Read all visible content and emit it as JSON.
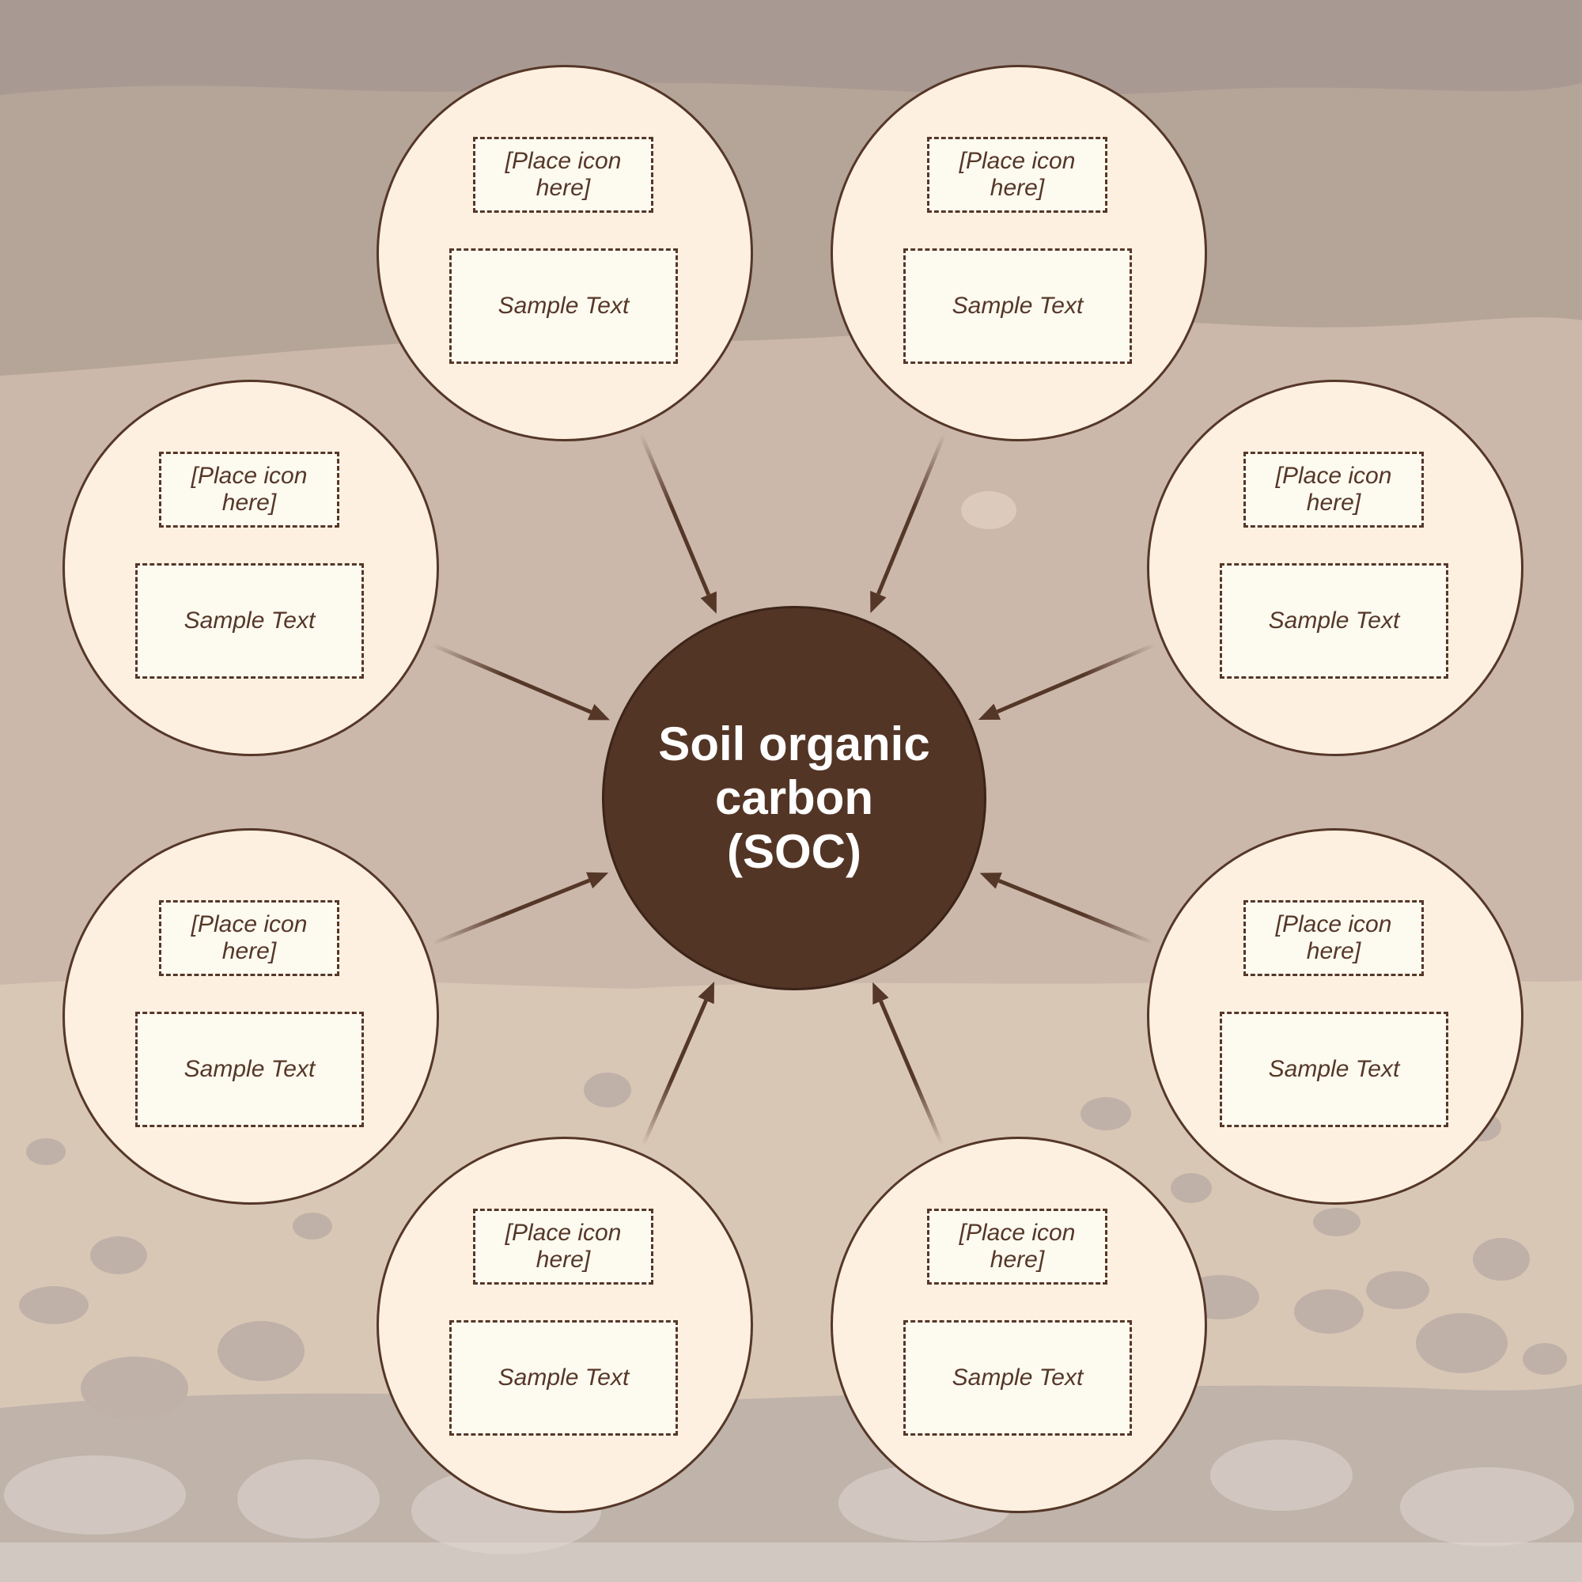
{
  "diagram": {
    "center": {
      "title": "Soil organic carbon (SOC)"
    },
    "nodes": [
      {
        "id": "top-left",
        "icon_placeholder": "[Place icon here]",
        "text": "Sample Text"
      },
      {
        "id": "top-right",
        "icon_placeholder": "[Place icon here]",
        "text": "Sample Text"
      },
      {
        "id": "upper-right",
        "icon_placeholder": "[Place icon here]",
        "text": "Sample Text"
      },
      {
        "id": "lower-right",
        "icon_placeholder": "[Place icon here]",
        "text": "Sample Text"
      },
      {
        "id": "bottom-right",
        "icon_placeholder": "[Place icon here]",
        "text": "Sample Text"
      },
      {
        "id": "bottom-left",
        "icon_placeholder": "[Place icon here]",
        "text": "Sample Text"
      },
      {
        "id": "lower-left",
        "icon_placeholder": "[Place icon here]",
        "text": "Sample Text"
      },
      {
        "id": "upper-left",
        "icon_placeholder": "[Place icon here]",
        "text": "Sample Text"
      }
    ]
  },
  "colors": {
    "node_fill": "#fdf0e0",
    "node_border": "#553728",
    "center_fill": "#533526",
    "center_text": "#ffffff",
    "arrow": "#553728",
    "soil_top": "#a89a92",
    "soil_mid": "#cbb8aa",
    "soil_bottom": "#bfb3aa"
  }
}
